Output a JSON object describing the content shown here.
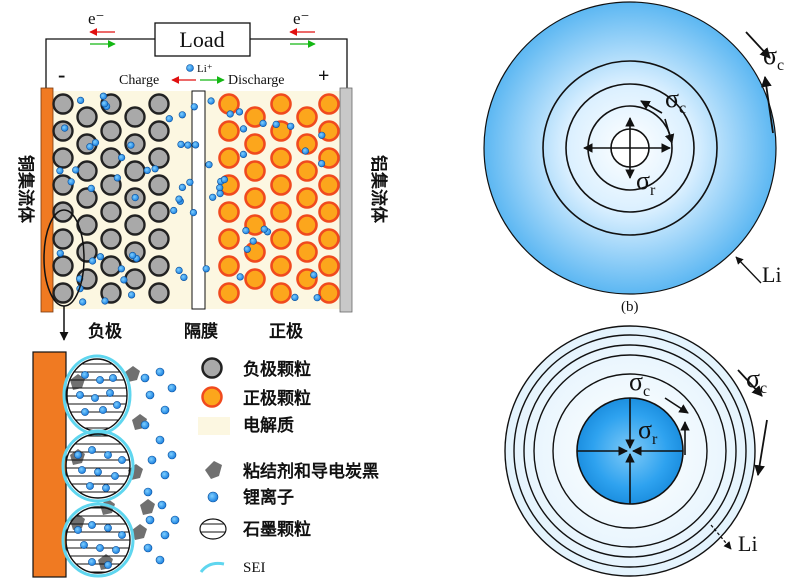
{
  "circuit": {
    "load_label": "Load",
    "electron_left": "e⁻",
    "electron_right": "e⁻",
    "minus": "-",
    "plus": "+",
    "charge": "Charge",
    "li_ion": "Li⁺",
    "discharge": "Discharge"
  },
  "labels": {
    "copper_collector": "铜集流体",
    "aluminum_collector": "铝集流体",
    "anode": "负极",
    "separator": "隔膜",
    "cathode": "正极"
  },
  "legend": {
    "anode_particle": "负极颗粒",
    "cathode_particle": "正极颗粒",
    "electrolyte": "电解质",
    "binder_carbon": "粘结剂和导电炭黑",
    "lithium_ion": "锂离子",
    "graphite_particle": "石墨颗粒",
    "sei": "SEI"
  },
  "panel_top": {
    "sigma_c_outer": "σ",
    "sigma_c_outer_sub": "c",
    "sigma_c_inner": "σ",
    "sigma_c_inner_sub": "c",
    "sigma_r": "σ",
    "sigma_r_sub": "r",
    "li": "Li"
  },
  "panel_caption": "(b)",
  "panel_bottom": {
    "sigma_c_outer": "σ",
    "sigma_c_outer_sub": "c",
    "sigma_c_inner": "σ",
    "sigma_c_inner_sub": "c",
    "sigma_r": "σ",
    "sigma_r_sub": "r",
    "li": "Li"
  },
  "colors": {
    "copper": "#f07a22",
    "aluminum": "#c8c8c8",
    "electrolyte": "#fcf7e1",
    "anode_particle": "#a9a9a9",
    "cathode_fill": "#fca61c",
    "cathode_ring": "#f04a1e",
    "li_ion": "#1a8fff",
    "sei": "#5fd6ef",
    "binder": "#707070",
    "sphere_edge": "#1a8fe6",
    "sphere_center": "#ffffff"
  }
}
